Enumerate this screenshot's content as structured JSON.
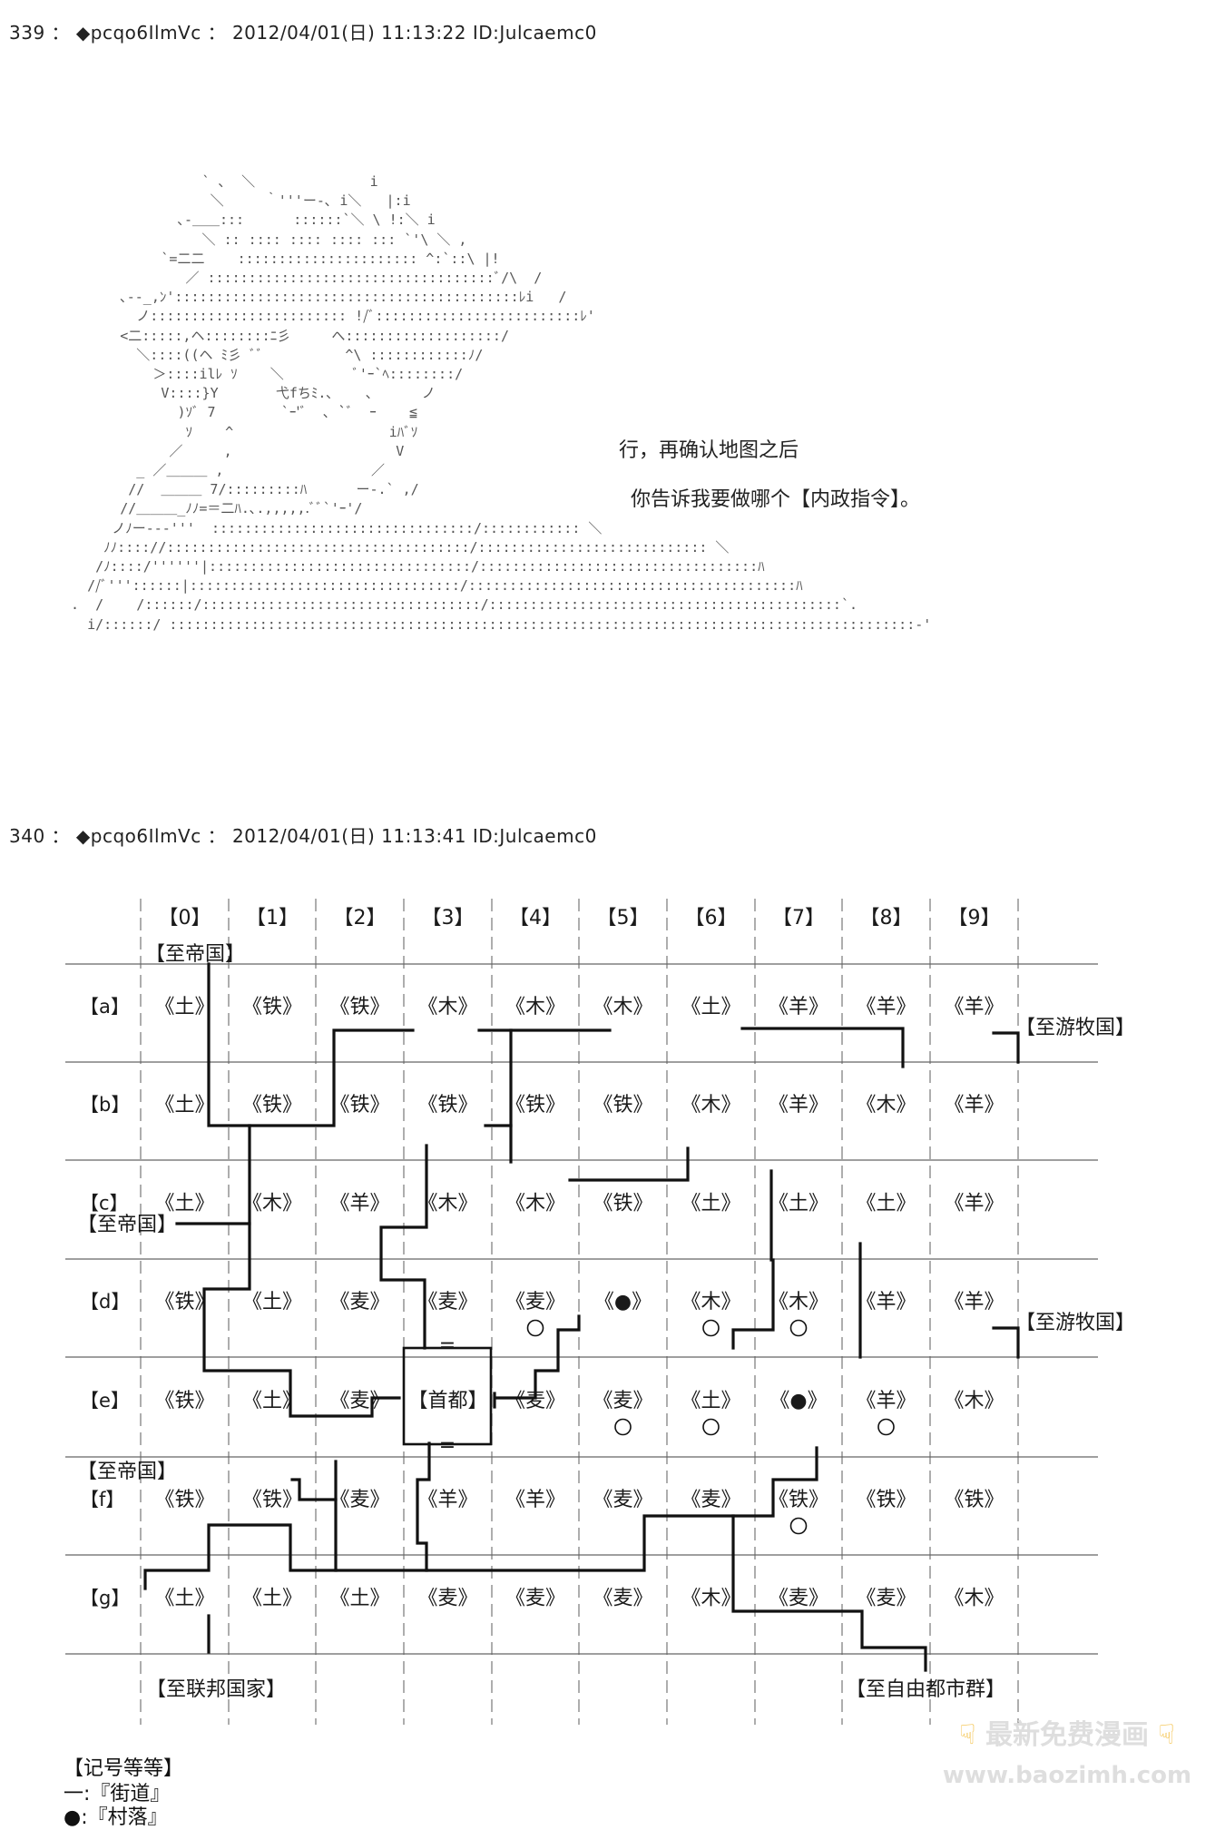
{
  "post1": {
    "header": "339 ： ◆pcqo6IlmVc ： 2012/04/01(日) 11:13:22 ID:Julcaemc0",
    "dialogue": [
      "行，再确认地图之后",
      "你告诉我要做哪个【内政指令】。"
    ]
  },
  "post2": {
    "header": "340 ： ◆pcqo6IlmVc ： 2012/04/01(日) 11:13:41 ID:Julcaemc0"
  },
  "map": {
    "col_labels": [
      "【0】",
      "【1】",
      "【2】",
      "【3】",
      "【4】",
      "【5】",
      "【6】",
      "【7】",
      "【8】",
      "【9】"
    ],
    "row_labels": [
      "【a】",
      "【b】",
      "【c】",
      "【d】",
      "【e】",
      "【f】",
      "【g】"
    ],
    "cells": [
      [
        "《土》",
        "《铁》",
        "《铁》",
        "《木》",
        "《木》",
        "《木》",
        "《土》",
        "《羊》",
        "《羊》",
        "《羊》"
      ],
      [
        "《土》",
        "《铁》",
        "《铁》",
        "《铁》",
        "《铁》",
        "《铁》",
        "《木》",
        "《羊》",
        "《木》",
        "《羊》"
      ],
      [
        "《土》",
        "《木》",
        "《羊》",
        "《木》",
        "《木》",
        "《铁》",
        "《土》",
        "《土》",
        "《土》",
        "《羊》"
      ],
      [
        "《铁》",
        "《土》",
        "《麦》",
        "《麦》",
        "《麦》",
        "《●》",
        "《木》",
        "《木》",
        "《羊》",
        "《羊》"
      ],
      [
        "《铁》",
        "《土》",
        "《麦》",
        "【首都】",
        "《麦》",
        "《麦》",
        "《土》",
        "《●》",
        "《羊》",
        "《木》"
      ],
      [
        "《铁》",
        "《铁》",
        "《麦》",
        "《羊》",
        "《羊》",
        "《麦》",
        "《麦》",
        "《铁》",
        "《铁》",
        "《铁》"
      ],
      [
        "《土》",
        "《土》",
        "《土》",
        "《麦》",
        "《麦》",
        "《麦》",
        "《木》",
        "《麦》",
        "《麦》",
        "《木》"
      ]
    ],
    "circle_marks": [
      [
        "d",
        4
      ],
      [
        "d",
        6
      ],
      [
        "d",
        7
      ],
      [
        "e",
        5
      ],
      [
        "e",
        6
      ],
      [
        "e",
        8
      ],
      [
        "f",
        7
      ]
    ],
    "exits": {
      "empire_top": "【至帝国】",
      "empire_c": "【至帝国】",
      "empire_f": "【至帝国】",
      "nomad_a": "【至游牧国】",
      "nomad_d": "【至游牧国】",
      "federation": "【至联邦国家】",
      "free_cities": "【至自由都市群】"
    },
    "capital_mark": "="
  },
  "legend": {
    "title": "【记号等等】",
    "road": "一:『街道』",
    "village": "●:『村落』"
  },
  "watermark": {
    "line1": "最新免费漫画",
    "line2": "www.baozimh.com",
    "icon": "pointing-hand-icon"
  },
  "colors": {
    "text": "#1a1a1a",
    "art": "#555555",
    "watermark": "#dedede",
    "watermark_icon": "#f4c24a"
  }
}
